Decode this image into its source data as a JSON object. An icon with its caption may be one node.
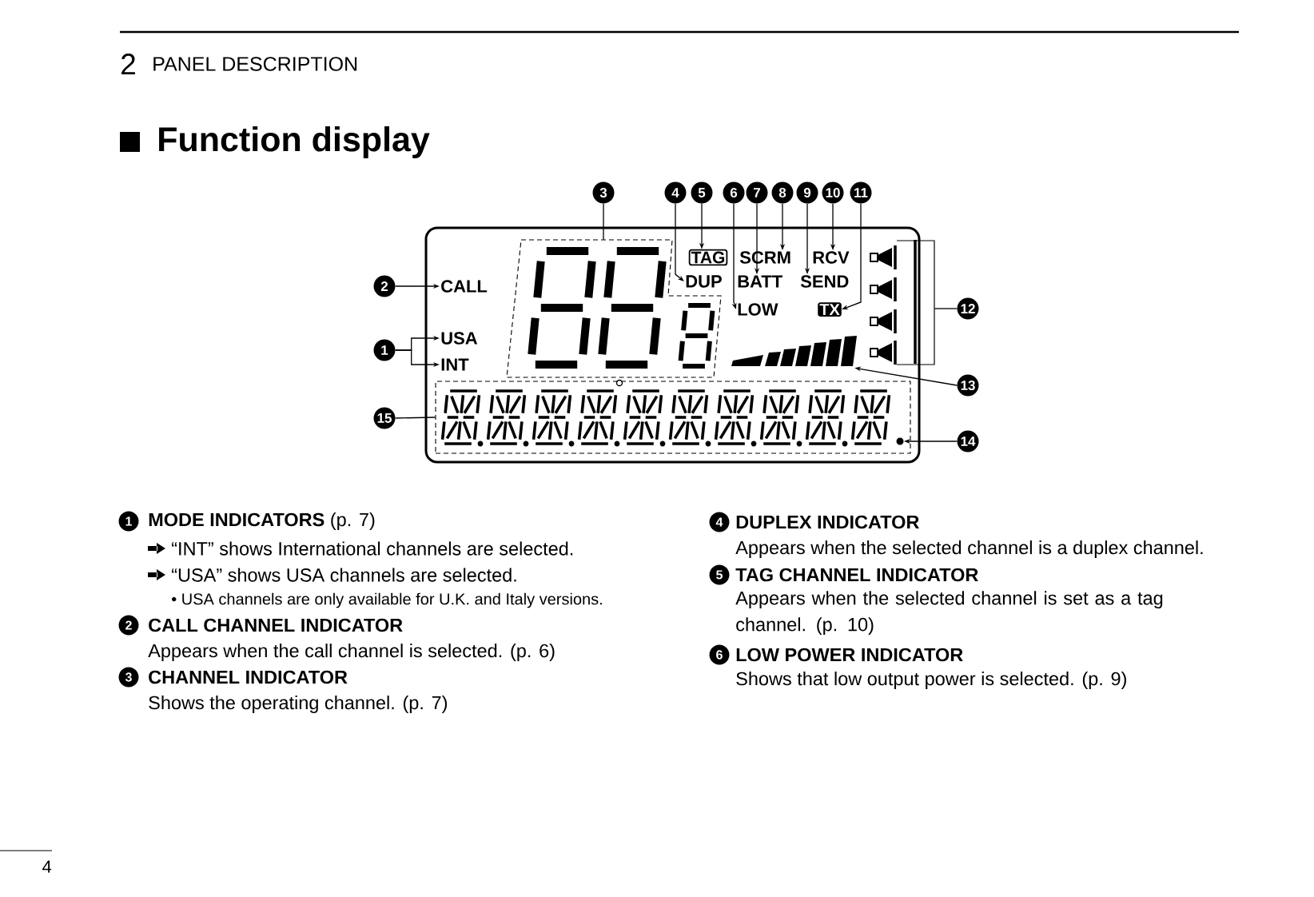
{
  "diagram": {
    "title": "Function display",
    "nodes": [
      {
        "text": [],
        "shape": "box"
      },
      {
        "text": [
          "3"
        ]
      },
      {
        "text": [
          "4"
        ]
      },
      {
        "text": [
          "5"
        ]
      },
      {
        "text": [
          "6"
        ]
      },
      {
        "text": [
          "7"
        ]
      },
      {
        "text": [
          "8"
        ]
      },
      {
        "text": [
          "9"
        ]
      },
      {
        "text": [
          "10"
        ]
      },
      {
        "text": [
          "11"
        ]
      },
      {
        "text": [
          "2"
        ]
      },
      {
        "text": [
          "CALL"
        ],
        "in": 0
      },
      {
        "text": [
          "1"
        ]
      },
      {
        "text": [
          "USA"
        ],
        "in": 0
      },
      {
        "text": [
          "INT"
        ],
        "in": 0
      },
      {
        "text": [],
        "shape": "box",
        "in": 0
      },
      {
        "text": [
          "TAG"
        ],
        "in": 0
      },
      {
        "text": [
          "SCRM"
        ],
        "in": 0
      },
      {
        "text": [
          "RCV"
        ],
        "in": 0
      },
      {
        "text": [
          "DUP"
        ],
        "in": 0
      },
      {
        "text": [
          "BATT"
        ],
        "in": 0
      },
      {
        "text": [
          "SEND"
        ],
        "in": 0
      },
      {
        "text": [
          "LOW"
        ],
        "in": 0
      },
      {
        "text": [
          "TX"
        ],
        "in": 0
      },
      {
        "text": [],
        "shape": "picture"
      },
      {
        "text": [
          "12"
        ]
      },
      {
        "text": [],
        "shape": "bar",
        "in": 0
      },
      {
        "text": [
          "13"
        ]
      },
      {
        "text": [
          "15"
        ]
      },
      {
        "text": [],
        "shape": "box",
        "in": 0
      },
      {
        "text": [],
        "shape": "circle",
        "in": 29
      },
      {
        "text": [
          "14"
        ]
      },
      {
        "text": [
          "1"
        ]
      },
      {
        "text": [
          "2"
        ]
      },
      {
        "text": [
          "3"
        ]
      },
      {
        "text": [
          "4"
        ]
      },
      {
        "text": [
          "5"
        ]
      },
      {
        "text": [
          "6"
        ]
      }
    ],
    "edges": [
      {
        "from": 1,
        "to": 15,
        "arrow": "none"
      },
      {
        "from": 2,
        "to": 19,
        "arrow": "to"
      },
      {
        "from": 3,
        "to": 16,
        "arrow": "to"
      },
      {
        "from": 4,
        "to": 22,
        "arrow": "to"
      },
      {
        "from": 5,
        "to": 20,
        "arrow": "to"
      },
      {
        "from": 6,
        "to": 17,
        "arrow": "to"
      },
      {
        "from": 7,
        "to": 21,
        "arrow": "to"
      },
      {
        "from": 8,
        "to": 18,
        "arrow": "to"
      },
      {
        "from": 9,
        "to": 23,
        "arrow": "to"
      },
      {
        "from": 10,
        "to": 11,
        "arrow": "to"
      },
      {
        "from": 12,
        "to": 13,
        "arrow": "to"
      },
      {
        "from": 12,
        "to": 14,
        "arrow": "to"
      },
      {
        "from": 25,
        "to": 24,
        "arrow": "none"
      },
      {
        "from": 27,
        "to": 26,
        "arrow": "to"
      },
      {
        "from": 28,
        "to": 29,
        "arrow": "none"
      },
      {
        "from": 31,
        "to": 30,
        "arrow": "to"
      }
    ],
    "labels": [
      "2",
      "PANEL DESCRIPTION",
      "**MODE INDICATORS** (p. 7)",
      "“INT” shows International channels are selected.",
      "“USA” shows USA channels are selected.",
      "• USA channels are only available for U.K. and Italy versions.",
      "CALL CHANNEL INDICATOR",
      "Appears when the call channel is selected. (p. 6)",
      "CHANNEL INDICATOR",
      "Shows the operating channel. (p. 7)",
      "DUPLEX INDICATOR",
      "Appears when the selected channel is a duplex channel.",
      "TAG CHANNEL INDICATOR",
      "Appears when the selected channel is set as a tag channel. (p. 10)",
      "LOW POWER INDICATOR",
      "Shows that low output power is selected. (p. 9)",
      "4"
    ]
  }
}
